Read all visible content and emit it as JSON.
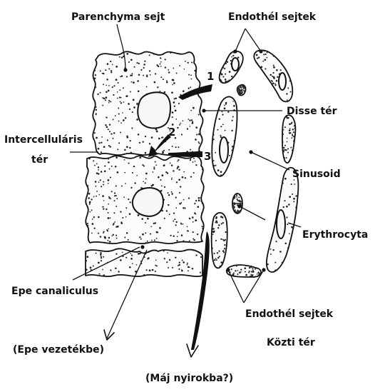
{
  "labels": {
    "parenchyma": "Parenchyma sejt",
    "endothel_top": "Endothél sejtek",
    "disse": "Disse tér",
    "intercellular_line1": "Intercelluláris",
    "intercellular_line2": "tér",
    "sinusoid": "Sinusoid",
    "erythrocyta": "Erythrocyta",
    "epe_canaliculus": "Epe canaliculus",
    "endothel_bottom": "Endothél sejtek",
    "epe_vezetek": "(Epe vezetékbe)",
    "kozti_ter": "Közti tér",
    "maj_nyirok": "(Máj nyirokba?)"
  },
  "arrow_numbers": [
    "1",
    "2",
    "3"
  ]
}
